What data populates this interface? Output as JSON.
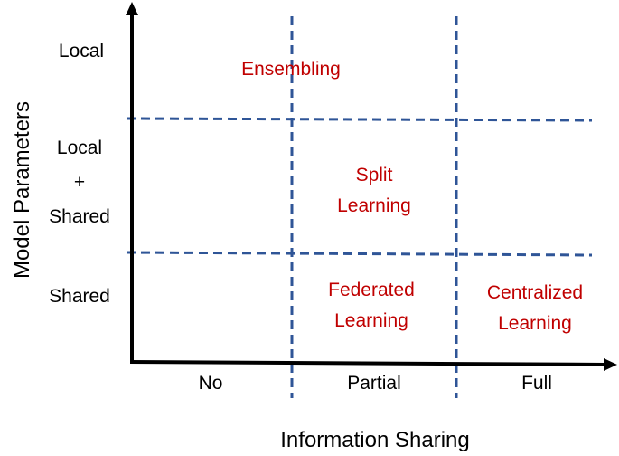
{
  "colors": {
    "axis": "#000000",
    "grid_dash": "#2f5597",
    "cell_text": "#c00000",
    "label_text": "#000000"
  },
  "y_axis": {
    "title": "Model Parameters",
    "labels": {
      "local": "Local",
      "local_shared_1": "Local",
      "local_shared_2": "+",
      "local_shared_3": "Shared",
      "shared": "Shared"
    }
  },
  "x_axis": {
    "title": "Information Sharing",
    "labels": {
      "no": "No",
      "partial": "Partial",
      "full": "Full"
    }
  },
  "cells": {
    "ensembling": "Ensembling",
    "split_1": "Split",
    "split_2": "Learning",
    "federated_1": "Federated",
    "federated_2": "Learning",
    "centralized_1": "Centralized",
    "centralized_2": "Learning"
  }
}
